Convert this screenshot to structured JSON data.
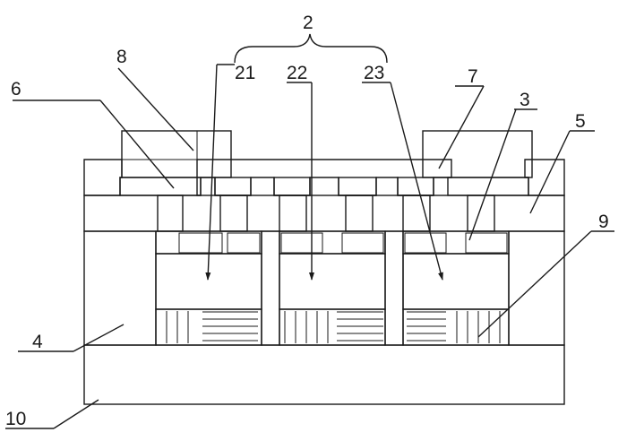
{
  "labels": {
    "l2": "2",
    "l21": "21",
    "l22": "22",
    "l23": "23",
    "l8": "8",
    "l7": "7",
    "l3": "3",
    "l6": "6",
    "l5": "5",
    "l9": "9",
    "l4": "4",
    "l10": "10"
  }
}
